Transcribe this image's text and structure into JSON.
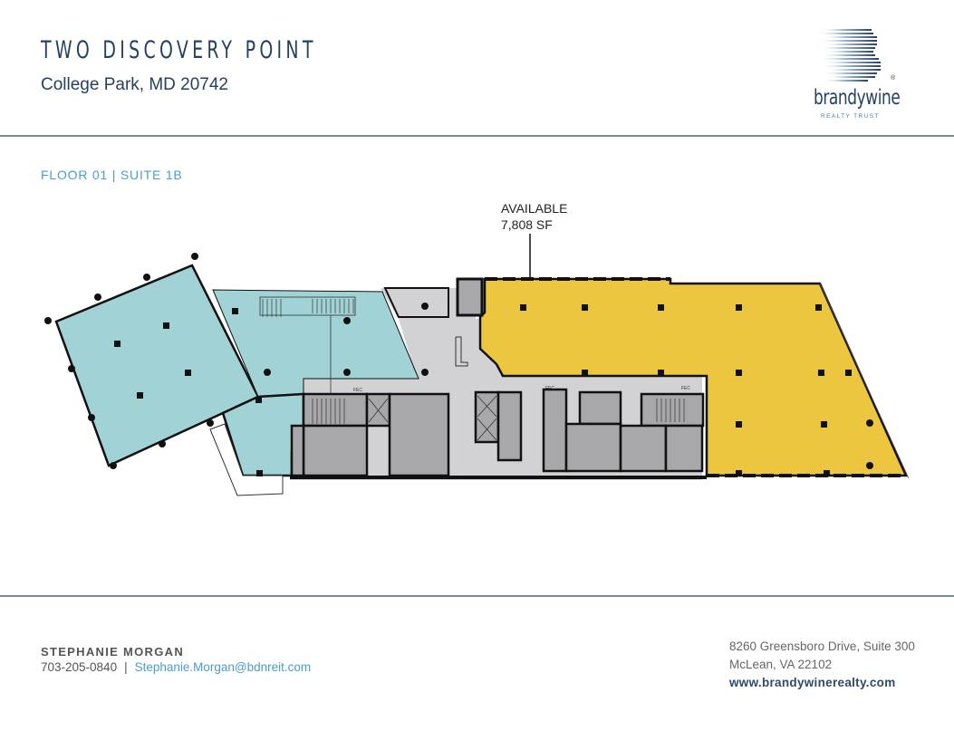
{
  "header": {
    "title": "TWO DISCOVERY POINT",
    "subtitle": "College Park, MD 20742",
    "logo": {
      "icon": "brandywine-b-logo-icon",
      "wordmark": "brandywine",
      "tagline": "REALTY TRUST",
      "registered": "®"
    }
  },
  "floor": {
    "label": "FLOOR 01 | SUITE 1B"
  },
  "suite": {
    "status": "AVAILABLE",
    "area": "7,808 SF"
  },
  "floorplan": {
    "colors": {
      "available": "#ecc63e",
      "other_tenant": "#a1d2d6",
      "common_area": "#d2d2d4",
      "core": "#a8a7aa",
      "walls": "#111111"
    },
    "annotations": [
      "FEC",
      "FEC",
      "FEC"
    ]
  },
  "footer": {
    "contact_name": "STEPHANIE MORGAN",
    "phone": "703-205-0840",
    "separator": "|",
    "email": "Stephanie.Morgan@bdnreit.com",
    "address_line1": "8260 Greensboro Drive, Suite 300",
    "address_line2": "McLean, VA 22102",
    "website": "www.brandywinerealty.com"
  }
}
